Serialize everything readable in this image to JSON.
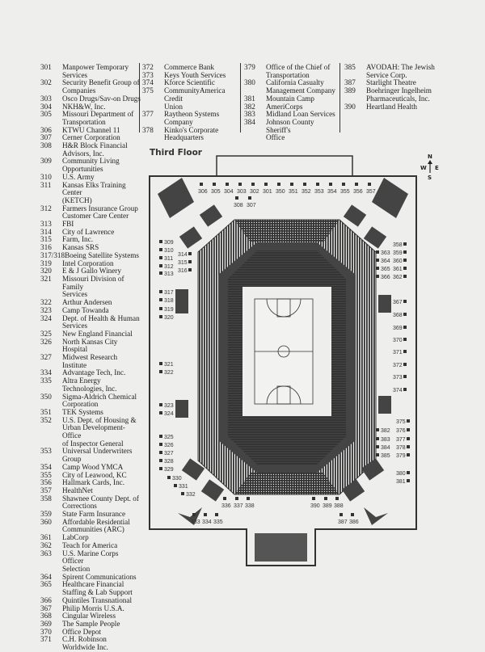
{
  "floor_title": "Third Floor",
  "compass": {
    "n": "N",
    "s": "S",
    "e": "E",
    "w": "W"
  },
  "columns": [
    [
      {
        "num": "301",
        "name": "Manpower Temporary\nServices"
      },
      {
        "num": "302",
        "name": "Security Benefit Group of\nCompanies"
      },
      {
        "num": "303",
        "name": "Osco Drugs/Sav-on Drugs"
      },
      {
        "num": "304",
        "name": "NKH&W, Inc."
      },
      {
        "num": "305",
        "name": "Missouri Department of\nTransportation"
      },
      {
        "num": "306",
        "name": "KTWU Channel 11"
      },
      {
        "num": "307",
        "name": "Cerner Corporation"
      },
      {
        "num": "308",
        "name": "H&R Block Financial\nAdvisors, Inc."
      },
      {
        "num": "309",
        "name": "Community Living\nOpportunities"
      },
      {
        "num": "310",
        "name": "U.S. Army"
      },
      {
        "num": "311",
        "name": "Kansas Elks Training Center\n(KETCH)"
      },
      {
        "num": "312",
        "name": "Farmers Insurance Group\nCustomer Care Center"
      },
      {
        "num": "313",
        "name": "FBI"
      },
      {
        "num": "314",
        "name": "City of Lawrence"
      },
      {
        "num": "315",
        "name": "Farm, Inc."
      },
      {
        "num": "316",
        "name": "Kansas SRS"
      },
      {
        "num": "317/318",
        "name": "Boeing Satellite Systems"
      },
      {
        "num": "319",
        "name": "Intel Corporation"
      },
      {
        "num": "320",
        "name": "E & J Gallo Winery"
      },
      {
        "num": "321",
        "name": "Missouri Division of Family\nServices"
      },
      {
        "num": "322",
        "name": "Arthur Andersen"
      },
      {
        "num": "323",
        "name": "Camp Towanda"
      },
      {
        "num": "324",
        "name": "Dept. of Health & Human\nServices"
      },
      {
        "num": "325",
        "name": "New England Financial"
      },
      {
        "num": "326",
        "name": "North Kansas City Hospital"
      },
      {
        "num": "327",
        "name": "Midwest Research Institute"
      },
      {
        "num": "334",
        "name": "Advantage Tech, Inc."
      },
      {
        "num": "335",
        "name": "Altra Energy\nTechnologies, Inc."
      },
      {
        "num": "350",
        "name": "Sigma-Aldrich Chemical\nCorporation"
      },
      {
        "num": "351",
        "name": "TEK Systems"
      },
      {
        "num": "352",
        "name": "U.S. Dept. of Housing &\nUrban Development-Office\nof Inspector General"
      },
      {
        "num": "353",
        "name": "Universal Underwriters\nGroup"
      },
      {
        "num": "354",
        "name": "Camp Wood YMCA"
      },
      {
        "num": "355",
        "name": "City of Leawood, KC"
      },
      {
        "num": "356",
        "name": "Hallmark Cards, Inc."
      },
      {
        "num": "357",
        "name": "HealthNet"
      },
      {
        "num": "358",
        "name": "Shawnee County Dept. of\nCorrections"
      },
      {
        "num": "359",
        "name": "State Farm Insurance"
      },
      {
        "num": "360",
        "name": "Affordable Residential\nCommunities (ARC)"
      },
      {
        "num": "361",
        "name": "LabCorp"
      },
      {
        "num": "362",
        "name": "Teach for America"
      },
      {
        "num": "363",
        "name": "U.S. Marine Corps Officer\nSelection"
      },
      {
        "num": "364",
        "name": "Spirent Communications"
      },
      {
        "num": "365",
        "name": "Healthcare Financial\nStaffing & Lab Support"
      },
      {
        "num": "366",
        "name": "Quintiles Transnational"
      },
      {
        "num": "367",
        "name": "Philip Morris U.S.A."
      },
      {
        "num": "368",
        "name": "Cingular Wireless"
      },
      {
        "num": "369",
        "name": "The Sample People"
      },
      {
        "num": "370",
        "name": "Office Depot"
      },
      {
        "num": "371",
        "name": "C.H. Robinson\nWorldwide Inc."
      }
    ],
    [
      {
        "num": "372",
        "name": "Commerce Bank"
      },
      {
        "num": "373",
        "name": "Keys Youth Services"
      },
      {
        "num": "374",
        "name": "Kforce Scientific"
      },
      {
        "num": "375",
        "name": "CommunityAmerica Credit\nUnion"
      },
      {
        "num": "377",
        "name": "Raytheon Systems\nCompany"
      },
      {
        "num": "378",
        "name": "Kinko's Corporate\nHeadquarters"
      }
    ],
    [
      {
        "num": "379",
        "name": "Office of the Chief of\nTransportation"
      },
      {
        "num": "380",
        "name": "California Casualty\nManagement Company"
      },
      {
        "num": "381",
        "name": "Mountain Camp"
      },
      {
        "num": "382",
        "name": "AmeriCorps"
      },
      {
        "num": "383",
        "name": "Midland Loan Services"
      },
      {
        "num": "384",
        "name": "Johnson County Sheriff's\nOffice"
      }
    ],
    [
      {
        "num": "385",
        "name": "AVODAH: The Jewish\nService Corp."
      },
      {
        "num": "387",
        "name": "Starlight Theatre"
      },
      {
        "num": "389",
        "name": "Boehringer Ingelheim\nPharmaceuticals, Inc."
      },
      {
        "num": "390",
        "name": "Heartland Health"
      }
    ]
  ],
  "booths": [
    "306",
    "305",
    "304",
    "303",
    "302",
    "301",
    "350",
    "351",
    "352",
    "353",
    "354",
    "355",
    "356",
    "357",
    "308",
    "307",
    "309",
    "310",
    "311",
    "312",
    "313",
    "314",
    "315",
    "316",
    "317",
    "318",
    "319",
    "320",
    "321",
    "322",
    "323",
    "324",
    "325",
    "326",
    "327",
    "328",
    "329",
    "330",
    "331",
    "332",
    "333",
    "334",
    "335",
    "336",
    "337",
    "338",
    "390",
    "389",
    "388",
    "387",
    "386",
    "358",
    "359",
    "360",
    "361",
    "362",
    "363",
    "364",
    "365",
    "366",
    "367",
    "368",
    "369",
    "370",
    "371",
    "372",
    "373",
    "374",
    "375",
    "376",
    "377",
    "378",
    "379",
    "380",
    "381",
    "382",
    "383",
    "384",
    "385"
  ]
}
